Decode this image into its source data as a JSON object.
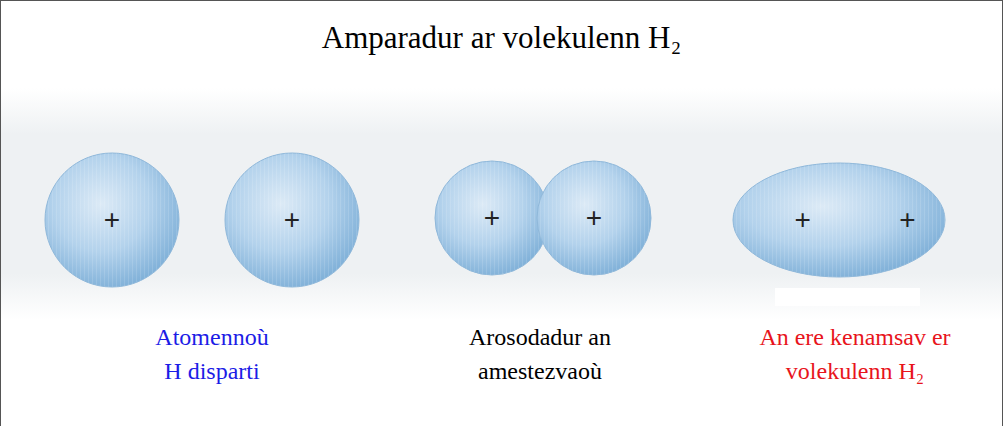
{
  "diagram": {
    "title": "Amparadur ar volekulenn H₂",
    "nodes": [
      {
        "text": [
          "+"
        ]
      },
      {
        "text": [
          "+"
        ]
      },
      {
        "text": [
          "+"
        ]
      },
      {
        "text": [
          "+"
        ]
      },
      {
        "text": [
          "+",
          "+"
        ]
      }
    ],
    "labels": [
      "Atomennoù H disparti",
      "Arosodadur an amestezvaoù",
      "An ere kenamsav er volekulenn H₂"
    ]
  }
}
